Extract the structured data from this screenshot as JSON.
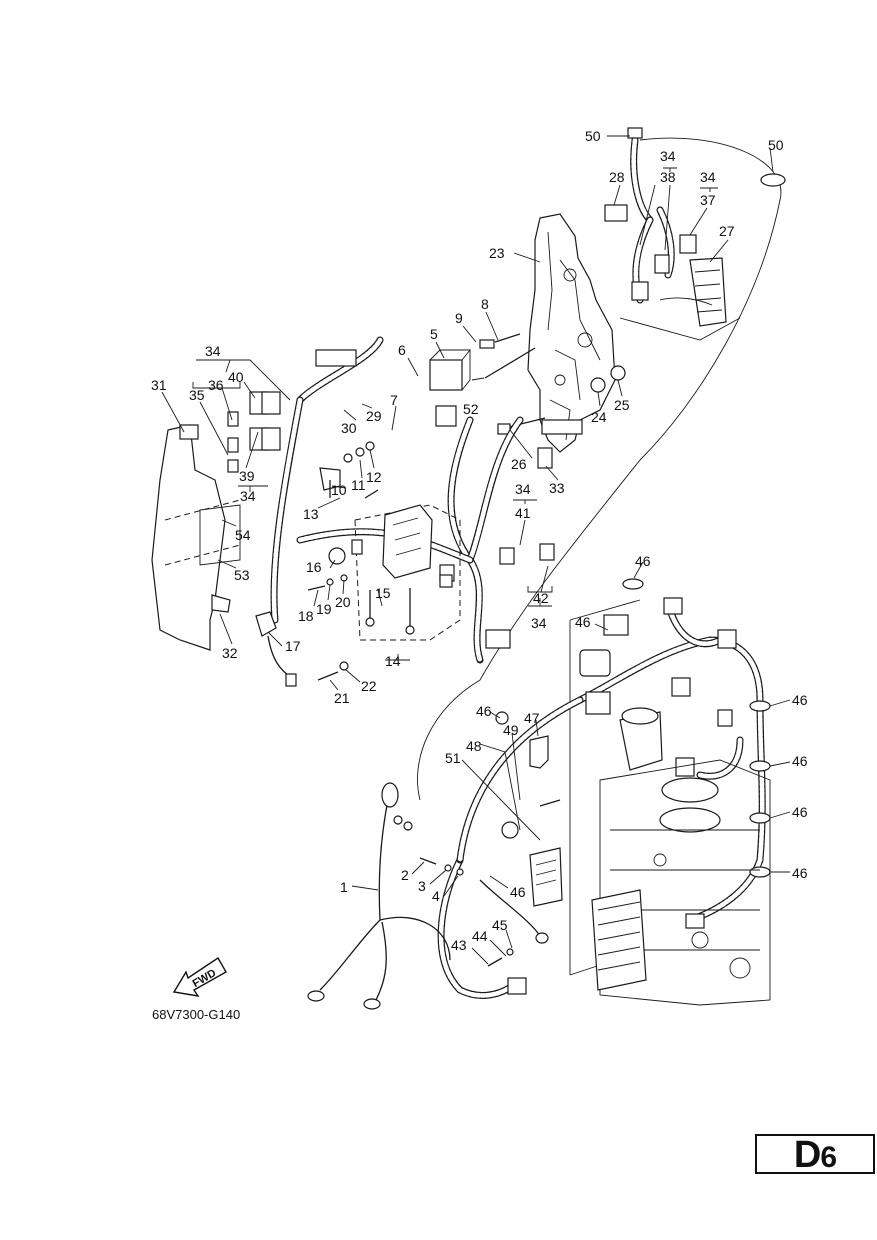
{
  "figure": {
    "code": "68V7300-G140",
    "page_letter": "D",
    "page_number": "6",
    "direction_label": "FWD"
  },
  "callouts": [
    {
      "id": "c50a",
      "text": "50"
    },
    {
      "id": "c50b",
      "text": "50"
    },
    {
      "id": "c34a",
      "text": "34"
    },
    {
      "id": "c38",
      "text": "38"
    },
    {
      "id": "c34b",
      "text": "34"
    },
    {
      "id": "c37",
      "text": "37"
    },
    {
      "id": "c28",
      "text": "28"
    },
    {
      "id": "c27",
      "text": "27"
    },
    {
      "id": "c23",
      "text": "23"
    },
    {
      "id": "c8",
      "text": "8"
    },
    {
      "id": "c9",
      "text": "9"
    },
    {
      "id": "c5",
      "text": "5"
    },
    {
      "id": "c6",
      "text": "6"
    },
    {
      "id": "c34c",
      "text": "34"
    },
    {
      "id": "c36",
      "text": "36"
    },
    {
      "id": "c40",
      "text": "40"
    },
    {
      "id": "c31",
      "text": "31"
    },
    {
      "id": "c35",
      "text": "35"
    },
    {
      "id": "c29",
      "text": "29"
    },
    {
      "id": "c52",
      "text": "52"
    },
    {
      "id": "c24",
      "text": "24"
    },
    {
      "id": "c25",
      "text": "25"
    },
    {
      "id": "c7",
      "text": "7"
    },
    {
      "id": "c30",
      "text": "30"
    },
    {
      "id": "c26",
      "text": "26"
    },
    {
      "id": "c33",
      "text": "33"
    },
    {
      "id": "c39",
      "text": "39"
    },
    {
      "id": "c34d",
      "text": "34"
    },
    {
      "id": "c10",
      "text": "10"
    },
    {
      "id": "c11",
      "text": "11"
    },
    {
      "id": "c12",
      "text": "12"
    },
    {
      "id": "c34e",
      "text": "34"
    },
    {
      "id": "c41",
      "text": "41"
    },
    {
      "id": "c13",
      "text": "13"
    },
    {
      "id": "c54",
      "text": "54"
    },
    {
      "id": "c53",
      "text": "53"
    },
    {
      "id": "c16",
      "text": "16"
    },
    {
      "id": "c15",
      "text": "15"
    },
    {
      "id": "c18",
      "text": "18"
    },
    {
      "id": "c19",
      "text": "19"
    },
    {
      "id": "c20",
      "text": "20"
    },
    {
      "id": "c46a",
      "text": "46"
    },
    {
      "id": "c42",
      "text": "42"
    },
    {
      "id": "c34f",
      "text": "34"
    },
    {
      "id": "c32",
      "text": "32"
    },
    {
      "id": "c17",
      "text": "17"
    },
    {
      "id": "c14",
      "text": "14"
    },
    {
      "id": "c46b",
      "text": "46"
    },
    {
      "id": "c21",
      "text": "21"
    },
    {
      "id": "c22",
      "text": "22"
    },
    {
      "id": "c46c",
      "text": "46"
    },
    {
      "id": "c46d",
      "text": "46"
    },
    {
      "id": "c47",
      "text": "47"
    },
    {
      "id": "c48",
      "text": "48"
    },
    {
      "id": "c49",
      "text": "49"
    },
    {
      "id": "c51",
      "text": "51"
    },
    {
      "id": "c46e",
      "text": "46"
    },
    {
      "id": "c46f",
      "text": "46"
    },
    {
      "id": "c1",
      "text": "1"
    },
    {
      "id": "c2",
      "text": "2"
    },
    {
      "id": "c3",
      "text": "3"
    },
    {
      "id": "c4",
      "text": "4"
    },
    {
      "id": "c46g",
      "text": "46"
    },
    {
      "id": "c46h",
      "text": "46"
    },
    {
      "id": "c45",
      "text": "45"
    },
    {
      "id": "c44",
      "text": "44"
    },
    {
      "id": "c43",
      "text": "43"
    }
  ]
}
